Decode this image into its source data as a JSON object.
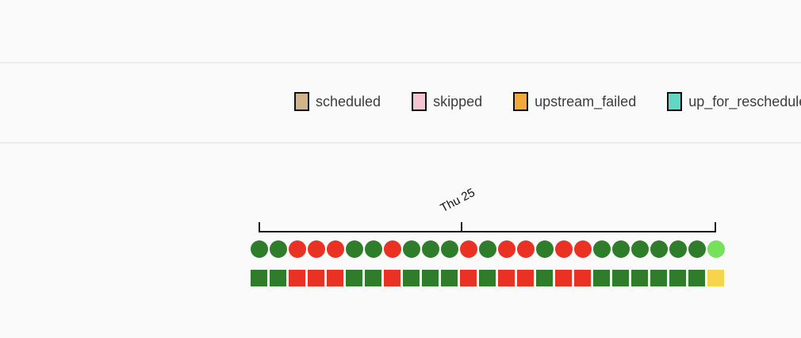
{
  "app": {
    "background": "#fafafa",
    "divider_color": "#ececec"
  },
  "legend": {
    "items": [
      {
        "state": "scheduled",
        "label": "scheduled",
        "color": "#d2b48c"
      },
      {
        "state": "skipped",
        "label": "skipped",
        "color": "#f5c6d1"
      },
      {
        "state": "upstream_failed",
        "label": "upstream_failed",
        "color": "#f2a93b"
      },
      {
        "state": "up_for_reschedule",
        "label": "up_for_reschedule",
        "color": "#62d7c4"
      }
    ]
  },
  "timeline": {
    "tick_label": "Thu 25"
  },
  "state_colors": {
    "success": "#2f7d2b",
    "failed": "#e93223",
    "running": "#76e15a",
    "up_for_retry": "#f6d44b",
    "scheduled": "#d2b48c",
    "skipped": "#f5c6d1",
    "upstream_failed": "#f2a93b",
    "up_for_reschedule": "#62d7c4"
  },
  "chart_data": {
    "type": "heatmap",
    "title": "",
    "x_tick_labels": [
      "Thu 25"
    ],
    "rows": [
      {
        "name": "dag-runs",
        "shape": "circle",
        "cell_name": "dag-run-circle",
        "states": [
          "success",
          "success",
          "failed",
          "failed",
          "failed",
          "success",
          "success",
          "failed",
          "success",
          "success",
          "success",
          "failed",
          "success",
          "failed",
          "failed",
          "success",
          "failed",
          "failed",
          "success",
          "success",
          "success",
          "success",
          "success",
          "success",
          "running"
        ]
      },
      {
        "name": "task-instances",
        "shape": "square",
        "cell_name": "task-instance-square",
        "states": [
          "success",
          "success",
          "failed",
          "failed",
          "failed",
          "success",
          "success",
          "failed",
          "success",
          "success",
          "success",
          "failed",
          "success",
          "failed",
          "failed",
          "success",
          "failed",
          "failed",
          "success",
          "success",
          "success",
          "success",
          "success",
          "success",
          "up_for_retry"
        ]
      }
    ]
  }
}
